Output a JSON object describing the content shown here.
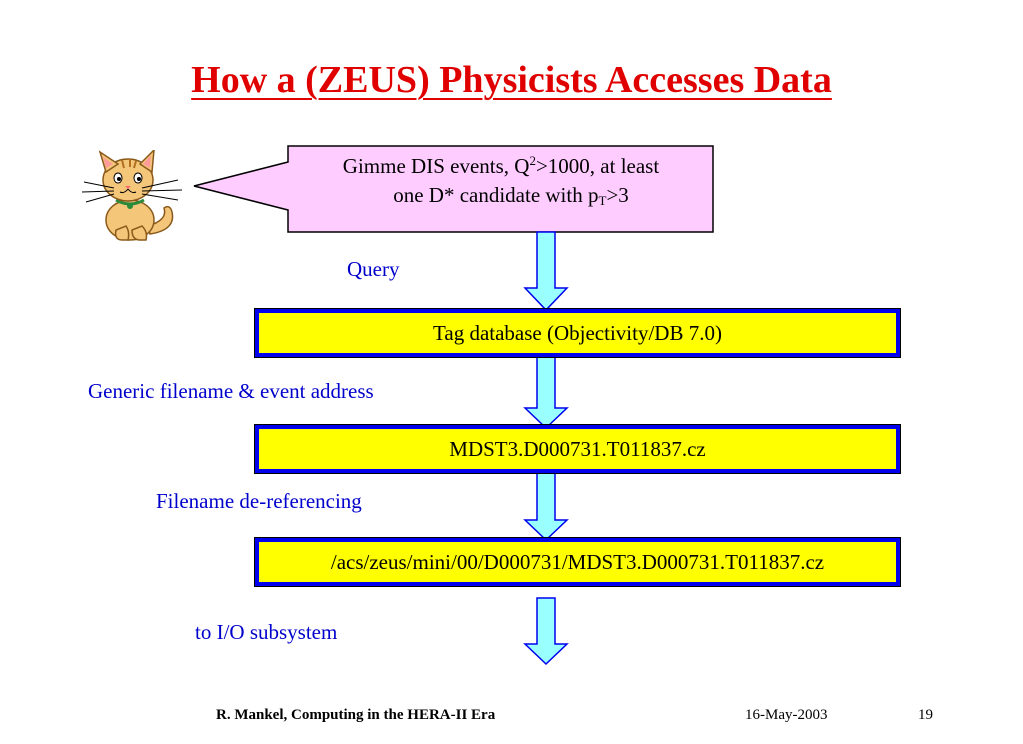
{
  "slide": {
    "title": "How a (ZEUS) Physicists Accesses Data",
    "bubble": {
      "l1_a": "Gimme DIS events, Q",
      "l1_sup": "2",
      "l1_b": ">1000, at least",
      "l2_a": "one D* candidate with p",
      "l2_sub": "T",
      "l2_b": ">3"
    },
    "labels": {
      "query": "Query",
      "generic": "Generic filename & event address",
      "deref": "Filename de-referencing",
      "io": "to I/O subsystem"
    },
    "boxes": {
      "tagdb": "Tag database (Objectivity/DB 7.0)",
      "mdst": "MDST3.D000731.T011837.cz",
      "path": "/acs/zeus/mini/00/D000731/MDST3.D000731.T011837.cz"
    },
    "footer": {
      "author": "R. Mankel, Computing in the HERA-II Era",
      "date": "16-May-2003",
      "page": "19"
    }
  },
  "colors": {
    "title": "#e00000",
    "bubble_fill": "#ffccff",
    "box_fill": "#ffff00",
    "box_border": "#0000ee",
    "arrow_fill": "#99ffff",
    "label": "#0000cc"
  }
}
